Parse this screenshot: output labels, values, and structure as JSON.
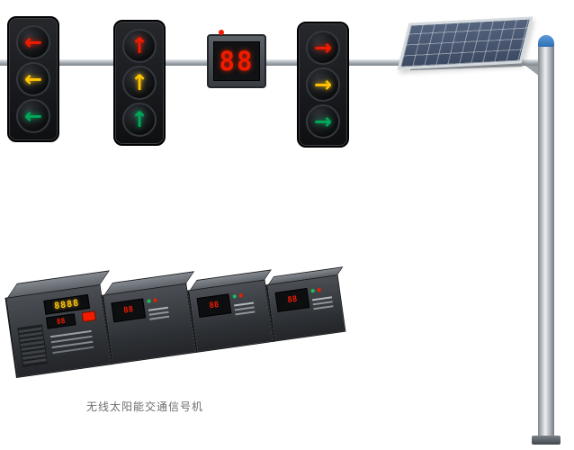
{
  "caption": "无线太阳能交通信号机",
  "countdown": {
    "value": "88"
  },
  "signals": {
    "left": {
      "glyph": "←",
      "lights": [
        "red",
        "yellow",
        "green"
      ]
    },
    "up": {
      "glyph": "↑",
      "lights": [
        "red",
        "yellow",
        "green"
      ]
    },
    "right": {
      "glyph": "→",
      "lights": [
        "red",
        "yellow",
        "green"
      ]
    }
  },
  "controller": {
    "module_count": 4,
    "main_display": "8888",
    "sub_display": "88",
    "mini_display": "88"
  },
  "colors": {
    "red": "#f21b00",
    "yellow": "#ffc400",
    "green": "#00a85a",
    "pole": "#aab2b8",
    "cap_blue": "#2f6fb5",
    "solar_panel": "#3c4962",
    "housing": "#0e0f11",
    "controller_body": "#2c2f33"
  }
}
